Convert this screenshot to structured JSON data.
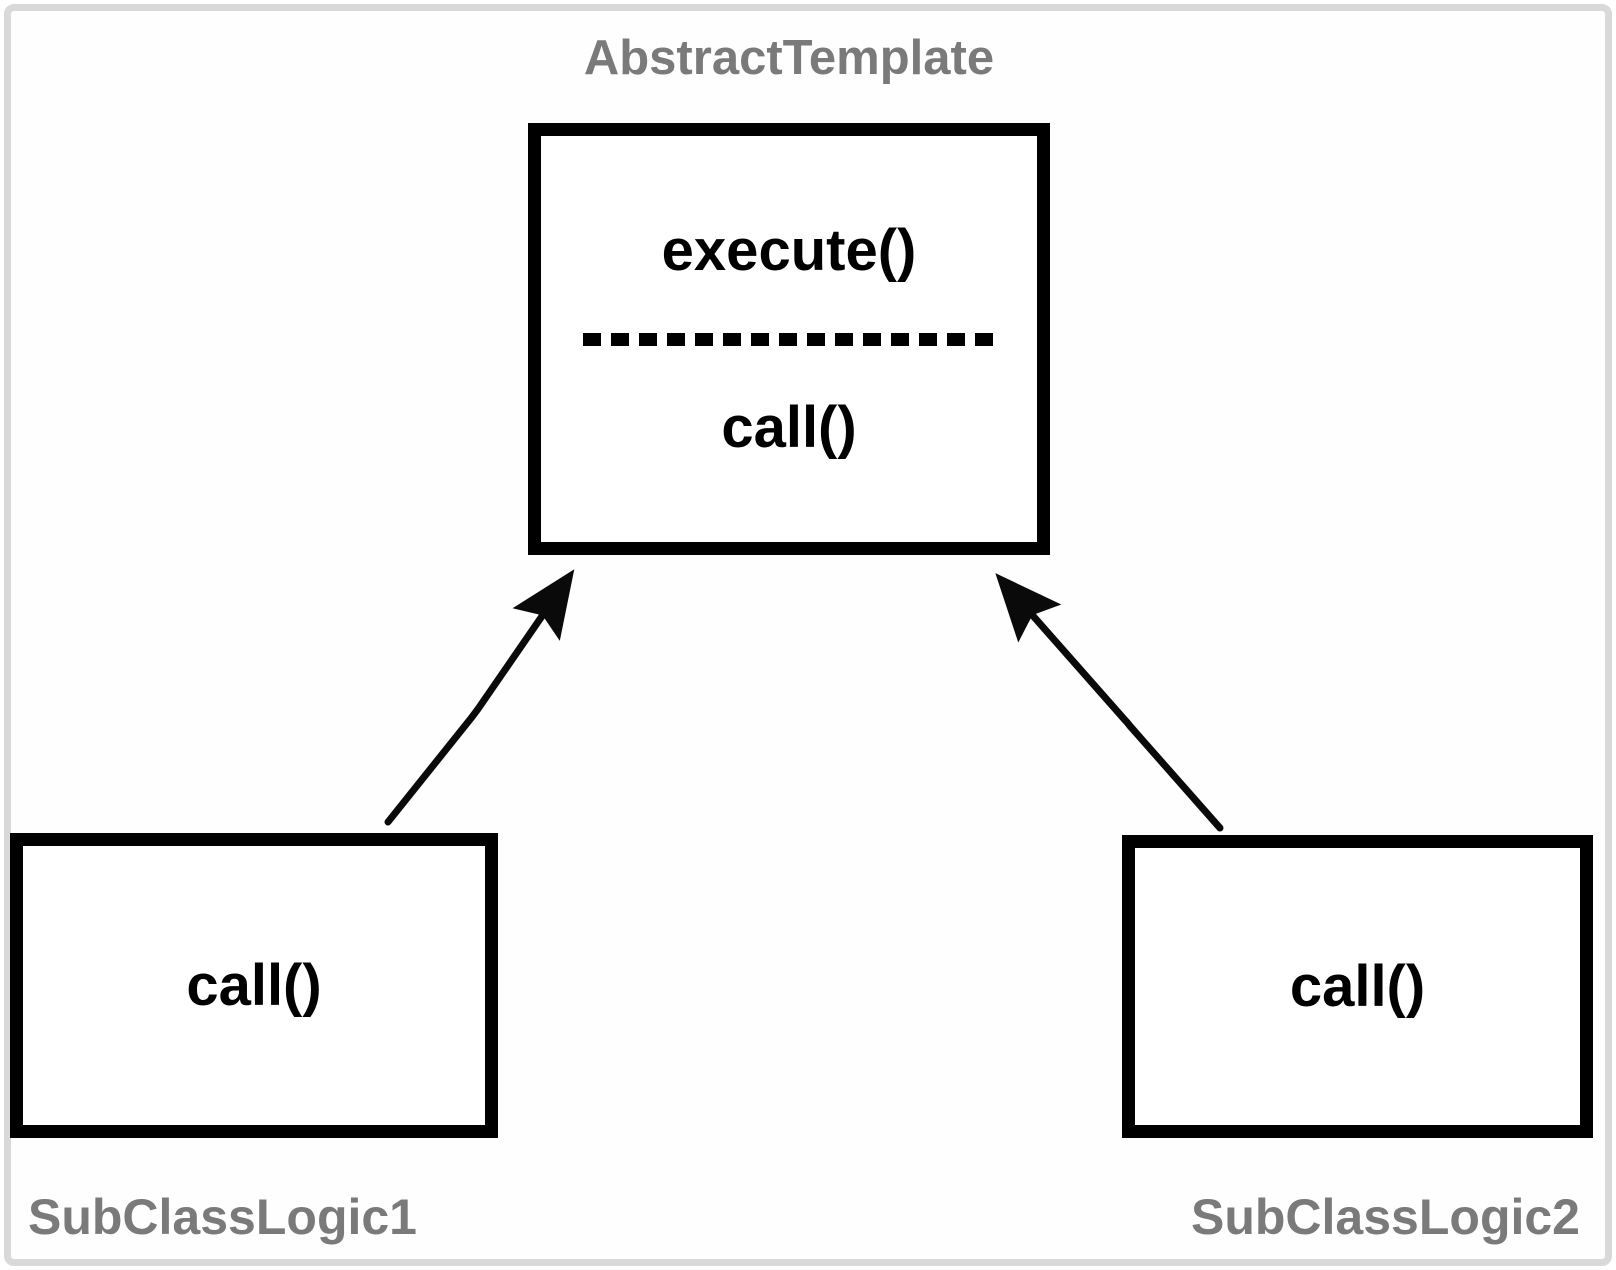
{
  "diagram": {
    "title": "AbstractTemplate",
    "abstract_box": {
      "top_method": "execute()",
      "bottom_method": "call()"
    },
    "subclass1": {
      "label": "SubClassLogic1",
      "method": "call()"
    },
    "subclass2": {
      "label": "SubClassLogic2",
      "method": "call()"
    },
    "relations": [
      {
        "from": "SubClassLogic1",
        "to": "AbstractTemplate",
        "type": "inheritance-arrow"
      },
      {
        "from": "SubClassLogic2",
        "to": "AbstractTemplate",
        "type": "inheritance-arrow"
      }
    ],
    "colors": {
      "box_border": "#000000",
      "method_text": "#000000",
      "label_text": "#7a7a7a",
      "frame_border": "#d9d9d9",
      "background": "#fefefe"
    }
  }
}
